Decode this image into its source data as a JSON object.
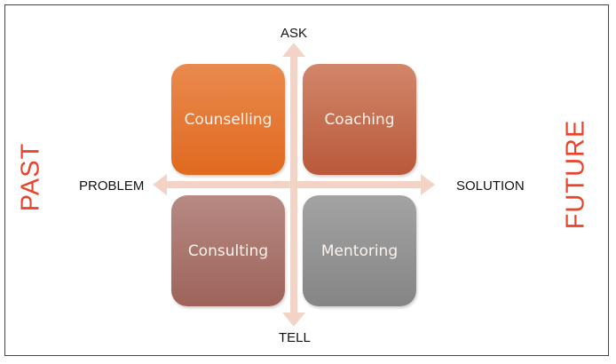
{
  "quadrants": [
    {
      "label": "Counselling",
      "color": "#e47a37"
    },
    {
      "label": "Coaching",
      "color": "#c46d4e"
    },
    {
      "label": "Consulting",
      "color": "#a9776f"
    },
    {
      "label": "Mentoring",
      "color": "#959595"
    }
  ],
  "axes": {
    "top": "ASK",
    "bottom": "TELL",
    "left": "PROBLEM",
    "right": "SOLUTION",
    "arrow_color": "#f4d4c6"
  },
  "sides": {
    "left": "PAST",
    "right": "FUTURE"
  }
}
